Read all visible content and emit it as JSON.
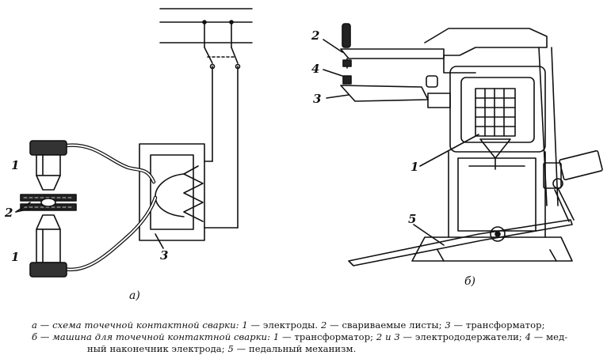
{
  "labels": {
    "a": {
      "electrode_top": "1",
      "sheets": "2",
      "electrode_bottom": "1",
      "transformer": "3",
      "subfig": "а)"
    },
    "b": {
      "holder_top": "2",
      "tip": "4",
      "holder_bottom": "3",
      "transformer": "1",
      "pedal": "5",
      "subfig": "б)"
    }
  },
  "caption": {
    "line1": {
      "lead": "а — схема точечной контактной сварки: ",
      "i1": "1",
      "t1": " — электроды. ",
      "i2": "2",
      "t2": " — свариваемые листы; ",
      "i3": "3",
      "t3": " — трансформатор;"
    },
    "line2": {
      "lead": "б — машина для точечной контактной сварки: ",
      "i1": "1",
      "t1": " — трансформатор; ",
      "i2": "2 и 3",
      "t2": " — электрододержатели; ",
      "i3": "4",
      "t3": " — мед-"
    },
    "line3": {
      "lead": "ный наконечник электрода; ",
      "i1": "5",
      "t1": " — педальный механизм."
    }
  }
}
